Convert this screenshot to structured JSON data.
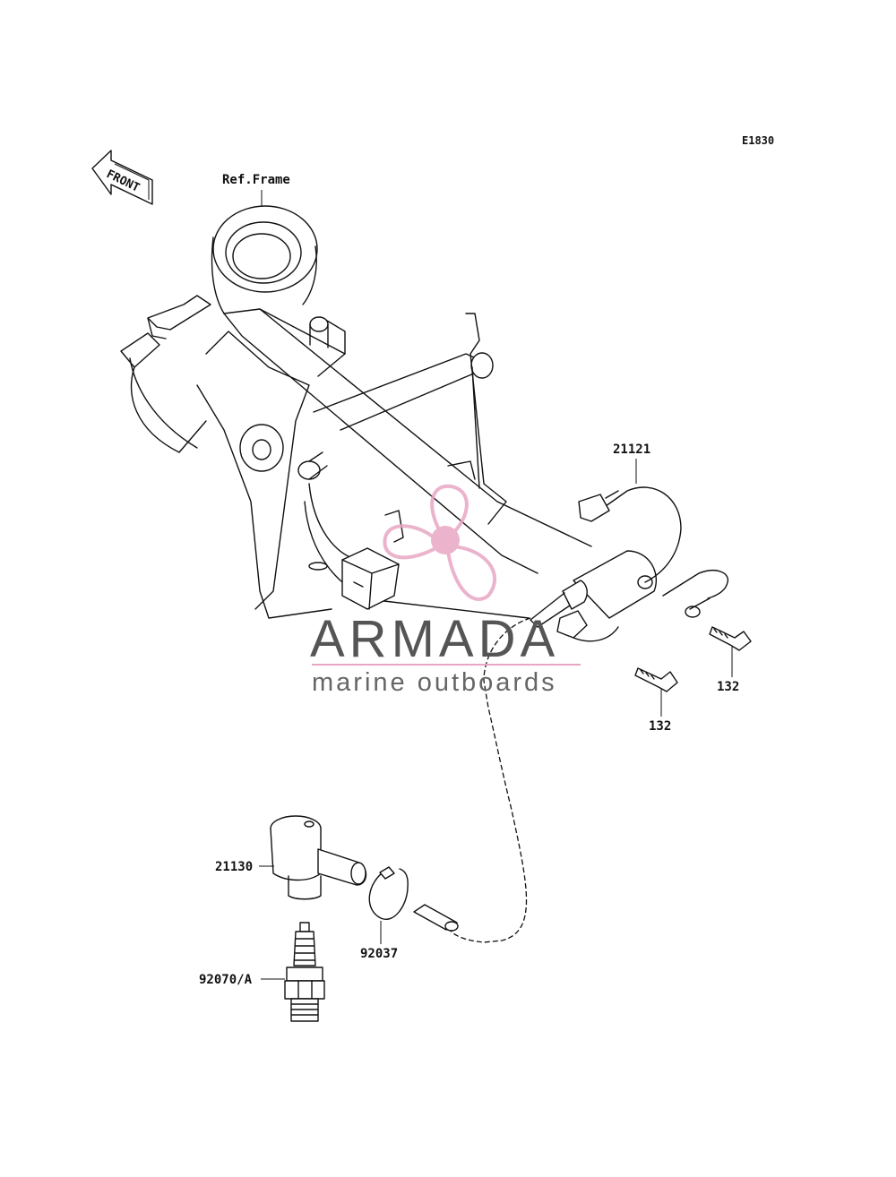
{
  "diagram_id": "E1830",
  "front_label": "FRONT",
  "ref_frame_label": "Ref.Frame",
  "parts": {
    "p21121": "21121",
    "p132a": "132",
    "p132b": "132",
    "p21130": "21130",
    "p92037": "92037",
    "p92070": "92070/A"
  },
  "watermark": {
    "brand": "ARMADA",
    "tagline": "marine outboards",
    "brand_color": "#555555",
    "accent_color": "#e8a6c4"
  }
}
